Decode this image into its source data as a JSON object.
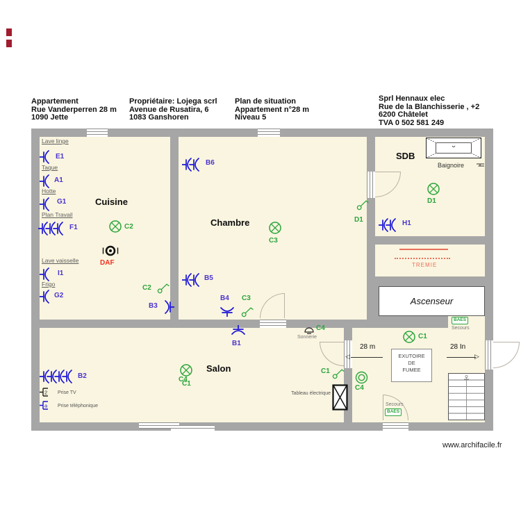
{
  "page": {
    "site_link": "www.archifacile.fr"
  },
  "header": {
    "block1": [
      "Appartement",
      "Rue Vanderperren 28 m",
      "1090 Jette"
    ],
    "block2": [
      "Propriétaire: Lojega scrl",
      "Avenue de Rusatira, 6",
      "1083 Ganshoren"
    ],
    "block3": [
      "Plan de situation",
      "Appartement n°28 m",
      "Niveau 5"
    ],
    "block4": [
      "Sprl Hennaux elec",
      "Rue de la Blanchisserie , +2",
      "6200 Châtelet",
      "TVA 0 502 581 249"
    ]
  },
  "rooms": {
    "cuisine": "Cuisine",
    "chambre": "Chambre",
    "salon": "Salon",
    "sdb": "SDB"
  },
  "fixtures": {
    "lave_linge": "Lave linge",
    "taque": "Taque",
    "hotte": "Hotte",
    "plan_travail": "Plan Travail",
    "lave_vaisselle": "Lave vaisselle",
    "frigo": "Frigo",
    "daf": "DAF",
    "baignoire": "Baignoire",
    "sonnerie": "Sonnerie",
    "tableau_electrique": "Tableau électrique",
    "prise_tv": "Prise TV",
    "prise_tel": "Prise téléphonique",
    "tremie": "TREMIE",
    "ascenseur": "Ascenseur",
    "exutoire": [
      "EXUTOIRE",
      "DE",
      "FUMEE"
    ],
    "baes": "BAES",
    "secours": "Secours",
    "dist_left": "28 m",
    "dist_right": "28 In"
  },
  "devices": {
    "A1": "A1",
    "B1": "B1",
    "B2": "B2",
    "B3": "B3",
    "B4": "B4",
    "B5": "B5",
    "B6": "B6",
    "C1": "C1",
    "C2": "C2",
    "C3": "C3",
    "C4": "C4",
    "D1": "D1",
    "E1": "E1",
    "F1": "F1",
    "G1": "G1",
    "G2": "G2",
    "H1": "H1",
    "I1": "I1"
  },
  "icons": {
    "tv_glyph": "2",
    "tel_glyph": "a"
  },
  "colors": {
    "wall": "#a6a6a6",
    "room_fill": "#faf5e0",
    "socket_blue": "#1a15d6",
    "label_blue": "#4a33cf",
    "green": "#2aa53c",
    "tremie_red": "#e8705a",
    "daf_red": "#ee3322"
  }
}
